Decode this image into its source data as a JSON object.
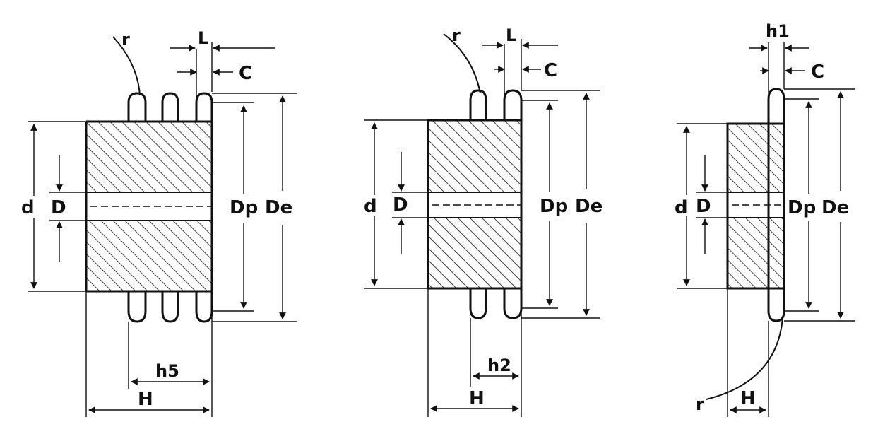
{
  "figure": {
    "triple": {
      "labels": {
        "r": "r",
        "L": "L",
        "C": "C",
        "d": "d",
        "D": "D",
        "Dp": "Dp",
        "De": "De",
        "h": "h5",
        "H": "H"
      }
    },
    "double": {
      "labels": {
        "r": "r",
        "L": "L",
        "C": "C",
        "d": "d",
        "D": "D",
        "Dp": "Dp",
        "De": "De",
        "h": "h2",
        "H": "H"
      }
    },
    "single": {
      "labels": {
        "h1": "h1",
        "C": "C",
        "d": "d",
        "D": "D",
        "Dp": "Dp",
        "De": "De",
        "r": "r",
        "H": "H"
      }
    }
  }
}
